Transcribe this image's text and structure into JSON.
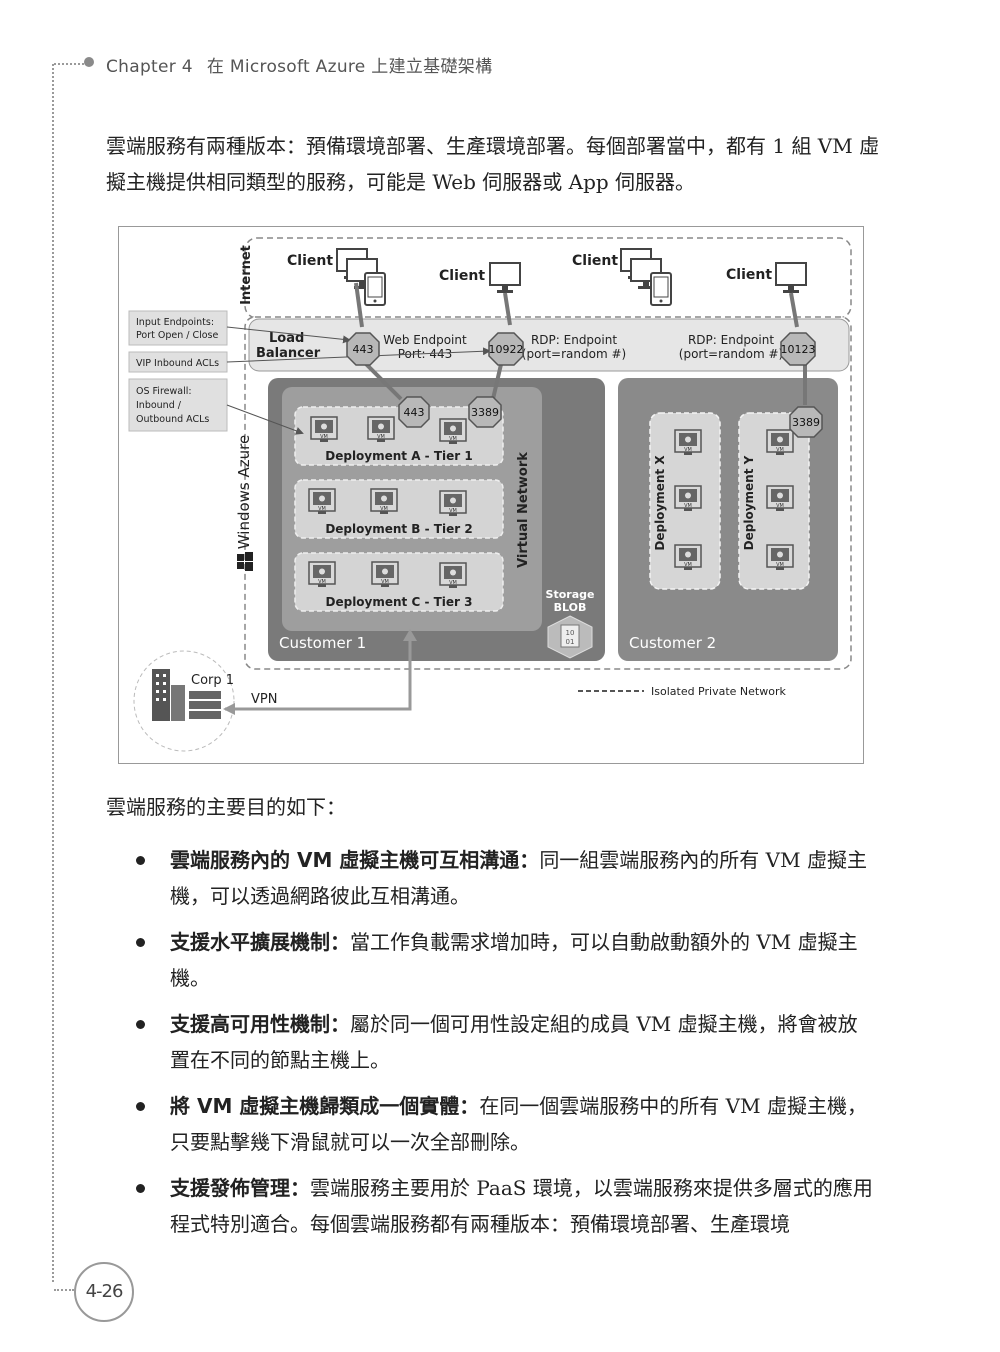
{
  "header": {
    "chapter": "Chapter 4",
    "title": "在 Microsoft Azure 上建立基礎架構"
  },
  "intro_paragraph": "雲端服務有兩種版本：預備環境部署、生產環境部署。每個部署當中，都有 1 組 VM 虛擬主機提供相同類型的服務，可能是 Web 伺服器或 App 伺服器。",
  "figure": {
    "internet_label": "Internet",
    "azure_label": "Windows Azure",
    "clients": [
      "Client",
      "Client",
      "Client",
      "Client"
    ],
    "side_boxes": [
      "Input Endpoints:",
      "Port Open / Close",
      "VIP Inbound ACLs",
      "OS Firewall:",
      "Inbound /",
      "Outbound ACLs"
    ],
    "lb_line1": "Load",
    "lb_line2": "Balancer",
    "web_ep_line1": "Web Endpoint",
    "web_ep_line2": "Port: 443",
    "rdp_line1": "RDP: Endpoint",
    "rdp_line2": "(port=random #)",
    "ports": {
      "p443": "443",
      "p10922": "10922",
      "p10123": "10123",
      "p443b": "443",
      "p3389a": "3389",
      "p3389b": "3389"
    },
    "vm_label": "VM",
    "deployments": [
      "Deployment A - Tier 1",
      "Deployment B - Tier 2",
      "Deployment C - Tier 3"
    ],
    "virtual_network": "Virtual Network",
    "storage_line1": "Storage",
    "storage_line2": "BLOB",
    "blob_bits": [
      "10",
      "01"
    ],
    "customer1": "Customer 1",
    "customer2": "Customer 2",
    "deployment_x": "Deployment X",
    "deployment_y": "Deployment Y",
    "corp": "Corp 1",
    "vpn": "VPN",
    "isolated": "Isolated Private Network"
  },
  "purpose_intro": "雲端服務的主要目的如下：",
  "bullets": [
    {
      "bold": "雲端服務內的 VM 虛擬主機可互相溝通：",
      "text": "同一組雲端服務內的所有 VM 虛擬主機，可以透過網路彼此互相溝通。"
    },
    {
      "bold": "支援水平擴展機制：",
      "text": "當工作負載需求增加時，可以自動啟動額外的 VM 虛擬主機。"
    },
    {
      "bold": "支援高可用性機制：",
      "text": "屬於同一個可用性設定組的成員 VM 虛擬主機，將會被放置在不同的節點主機上。"
    },
    {
      "bold": "將 VM 虛擬主機歸類成一個實體：",
      "text": "在同一個雲端服務中的所有 VM 虛擬主機，只要點擊幾下滑鼠就可以一次全部刪除。"
    },
    {
      "bold": "支援發佈管理：",
      "text": "雲端服務主要用於 PaaS 環境，以雲端服務來提供多層式的應用程式特別適合。每個雲端服務都有兩種版本：預備環境部署、生產環境"
    }
  ],
  "page_number": "4-26"
}
